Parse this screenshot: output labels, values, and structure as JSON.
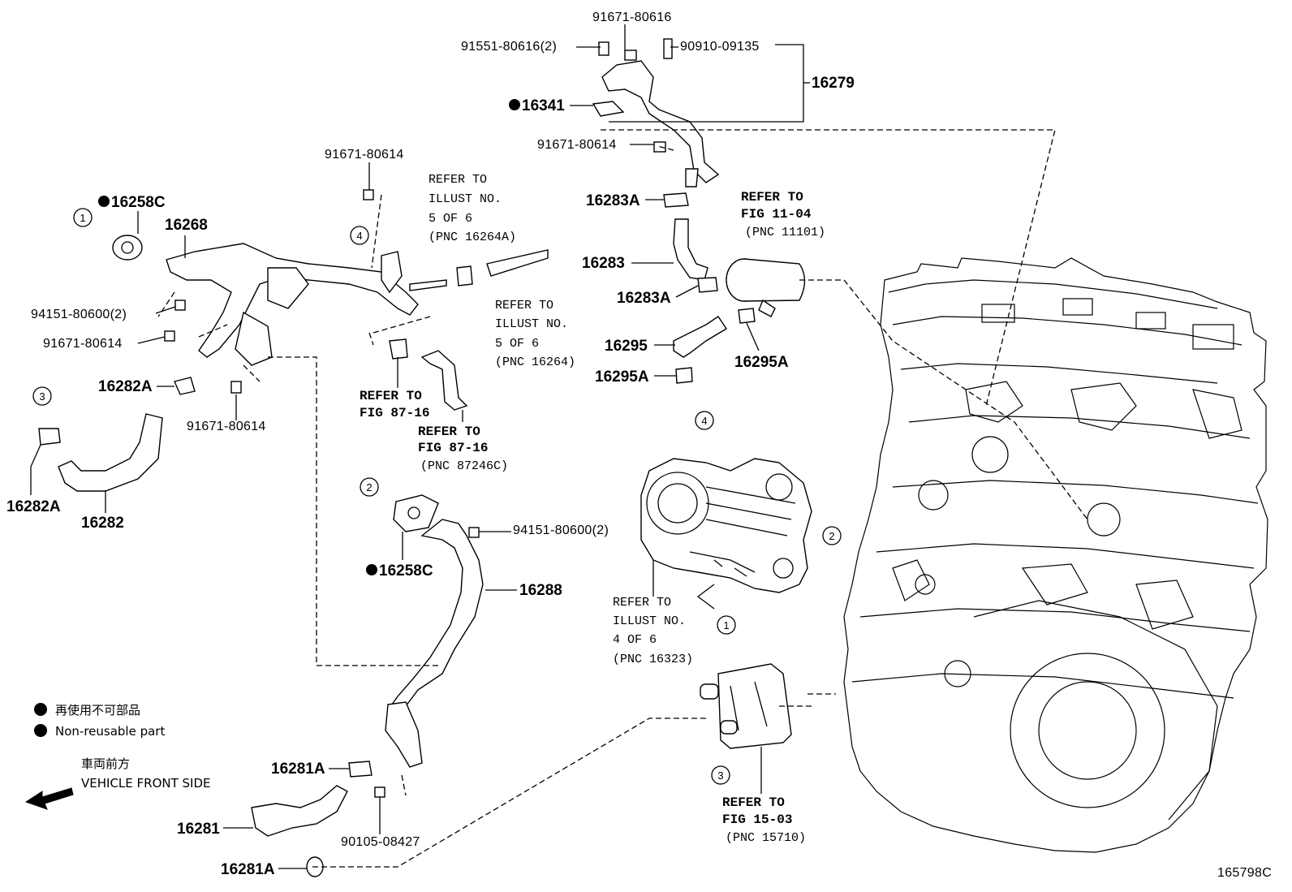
{
  "diagram": {
    "code": "165798C",
    "parts": [
      {
        "id": "p91671-80616",
        "label": "91671-80616"
      },
      {
        "id": "p91551-80616",
        "label": "91551-80616(2)"
      },
      {
        "id": "p90910-09135",
        "label": "90910-09135"
      },
      {
        "id": "p16279",
        "label": "16279"
      },
      {
        "id": "p16341",
        "label": "16341"
      },
      {
        "id": "p91671-80614a",
        "label": "91671-80614"
      },
      {
        "id": "p91671-80614b",
        "label": "91671-80614"
      },
      {
        "id": "p91671-80614c",
        "label": "91671-80614"
      },
      {
        "id": "p91671-80614d",
        "label": "91671-80614"
      },
      {
        "id": "p16258C-a",
        "label": "16258C"
      },
      {
        "id": "p16258C-b",
        "label": "16258C"
      },
      {
        "id": "p16268",
        "label": "16268"
      },
      {
        "id": "p94151-80600a",
        "label": "94151-80600(2)"
      },
      {
        "id": "p94151-80600b",
        "label": "94151-80600(2)"
      },
      {
        "id": "p16282A-a",
        "label": "16282A"
      },
      {
        "id": "p16282A-b",
        "label": "16282A"
      },
      {
        "id": "p16282",
        "label": "16282"
      },
      {
        "id": "p16283A-a",
        "label": "16283A"
      },
      {
        "id": "p16283",
        "label": "16283"
      },
      {
        "id": "p16283A-b",
        "label": "16283A"
      },
      {
        "id": "p16295",
        "label": "16295"
      },
      {
        "id": "p16295A-a",
        "label": "16295A"
      },
      {
        "id": "p16295A-b",
        "label": "16295A"
      },
      {
        "id": "p16288",
        "label": "16288"
      },
      {
        "id": "p16281A-a",
        "label": "16281A"
      },
      {
        "id": "p16281",
        "label": "16281"
      },
      {
        "id": "p90105-08427",
        "label": "90105-08427"
      },
      {
        "id": "p16281A-b",
        "label": "16281A"
      }
    ],
    "references": [
      {
        "id": "ref-illust5a",
        "lines": [
          "REFER TO",
          "ILLUST NO.",
          "5 OF 6",
          "(PNC 16264A)"
        ]
      },
      {
        "id": "ref-illust5b",
        "lines": [
          "REFER TO",
          "ILLUST NO.",
          "5 OF 6",
          "(PNC 16264)"
        ]
      },
      {
        "id": "ref-fig8716a",
        "lines": [
          "REFER TO",
          "FIG 87-16"
        ]
      },
      {
        "id": "ref-fig8716b",
        "lines": [
          "REFER TO",
          "FIG 87-16",
          "(PNC 87246C)"
        ]
      },
      {
        "id": "ref-fig1104",
        "lines": [
          "REFER TO",
          "FIG 11-04",
          "(PNC 11101)"
        ]
      },
      {
        "id": "ref-illust4",
        "lines": [
          "REFER TO",
          "ILLUST NO.",
          "4 OF 6",
          "(PNC 16323)"
        ]
      },
      {
        "id": "ref-fig1503",
        "lines": [
          "REFER TO",
          "FIG 15-03",
          "(PNC 15710)"
        ]
      }
    ],
    "circles": [
      "1",
      "2",
      "3",
      "4"
    ],
    "legend": {
      "ja": "再使用不可部品",
      "en": "Non-reusable part"
    },
    "direction": {
      "ja": "車両前方",
      "en": "VEHICLE FRONT SIDE"
    }
  }
}
